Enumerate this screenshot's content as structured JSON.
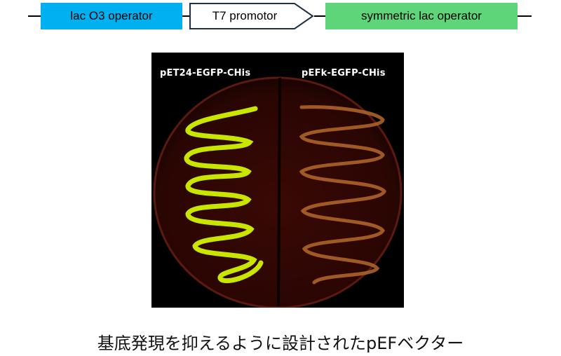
{
  "construct": {
    "elements": [
      {
        "label": "lac O3 operator",
        "color": "#00b0f0",
        "shape": "box"
      },
      {
        "label": "T7 promotor",
        "color": "#ffffff",
        "shape": "arrow"
      },
      {
        "label": "symmetric lac operator",
        "color": "#5fd57a",
        "shape": "box"
      }
    ]
  },
  "photo": {
    "left_label": "pET24-EGFP-CHis",
    "right_label": "pEFk-EGFP-CHis",
    "plate_color": "#3b0a06",
    "left_streak_color": "#c9e600",
    "right_streak_color": "#b5682a"
  },
  "caption": "基底発現を抑えるように設計されたpEFベクター"
}
